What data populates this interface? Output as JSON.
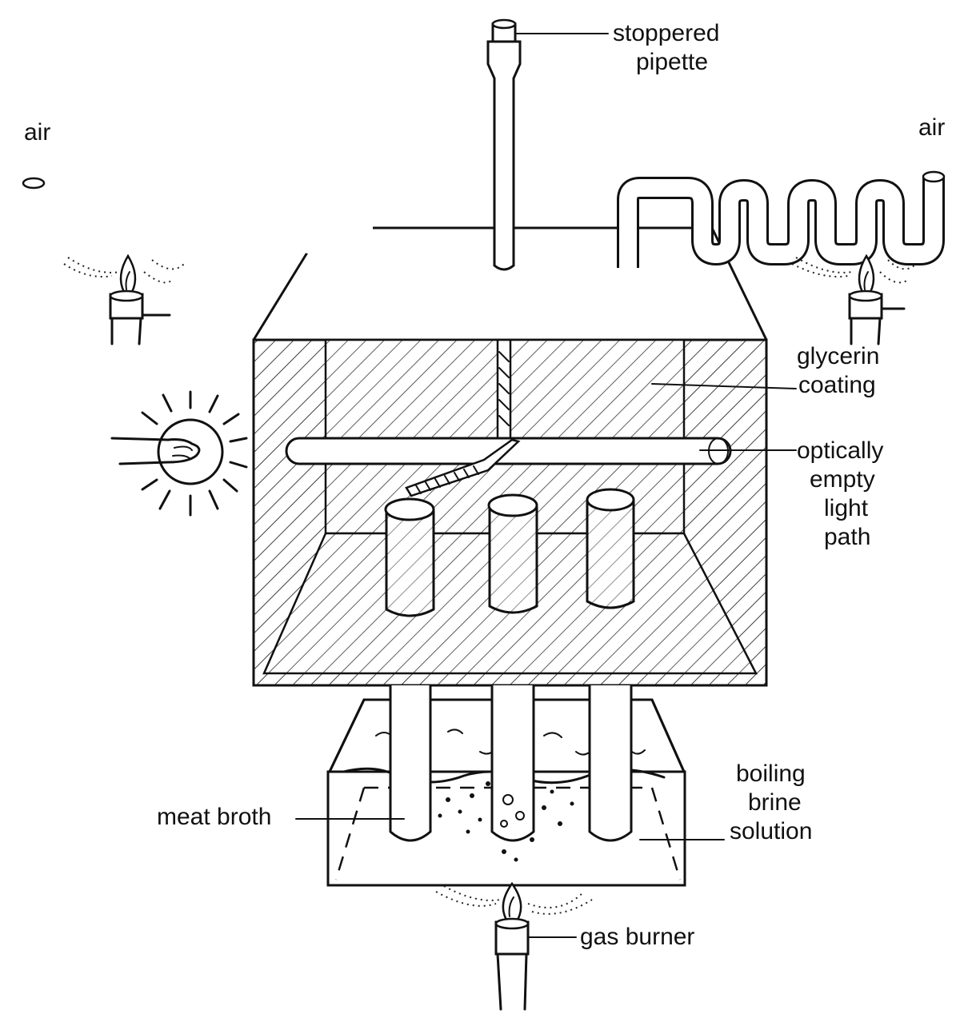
{
  "labels": {
    "stoppered_pipette": [
      "stoppered",
      "pipette"
    ],
    "air_left": "air",
    "air_right": "air",
    "glycerin_coating": [
      "glycerin",
      "coating"
    ],
    "light_path": [
      "optically",
      "empty",
      "light",
      "path"
    ],
    "meat_broth": "meat broth",
    "brine": [
      "boiling",
      "brine",
      "solution"
    ],
    "gas_burner": "gas burner"
  }
}
